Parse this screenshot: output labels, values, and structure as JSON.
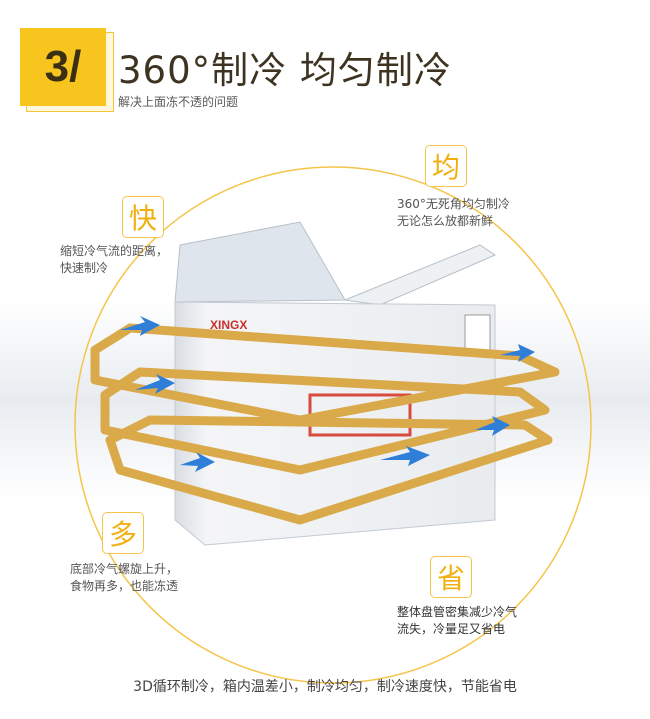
{
  "header": {
    "badge": "3/",
    "title": "360°制冷  均匀制冷",
    "subtitle": "解决上面冻不透的问题"
  },
  "features": [
    {
      "icon": "快",
      "lines": [
        "缩短冷气流的距离，",
        "快速制冷"
      ]
    },
    {
      "icon": "均",
      "lines": [
        "360°无死角均匀制冷",
        "无论怎么放都新鲜"
      ]
    },
    {
      "icon": "多",
      "lines": [
        "底部冷气螺旋上升，",
        "食物再多，也能冻透"
      ]
    },
    {
      "icon": "省",
      "lines": [
        "整体盘管密集减少冷气",
        "流失，冷量足又省电"
      ]
    }
  ],
  "product": {
    "brand": "XINGX"
  },
  "footer": "3D循环制冷，箱内温差小，制冷均匀，制冷速度快，节能省电",
  "colors": {
    "accent": "#f7c51d",
    "tube": "#d9a94a",
    "arrow": "#2f7fd8"
  }
}
